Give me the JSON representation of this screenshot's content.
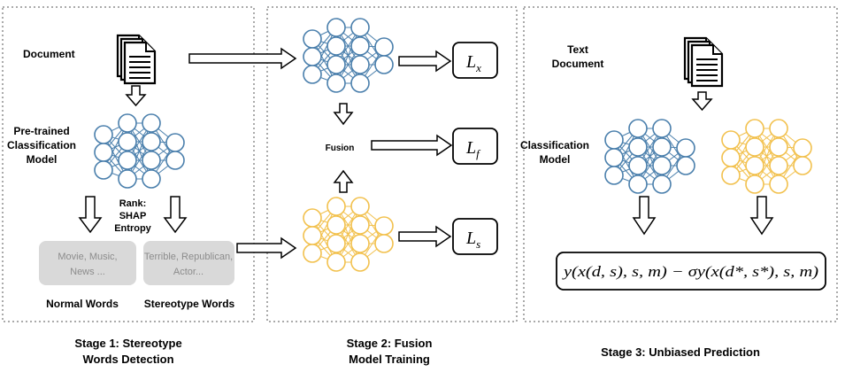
{
  "stage1": {
    "document_label": "Document",
    "model_label_lines": [
      "Pre-trained",
      "Classification",
      "Model"
    ],
    "rank_lines": [
      "Rank:",
      "SHAP",
      "Entropy"
    ],
    "normal_box_lines": [
      "Movie, Music,",
      "News ..."
    ],
    "stereo_box_lines": [
      "Terrible, Republican,",
      "Actor..."
    ],
    "normal_caption": "Normal Words",
    "stereo_caption": "Stereotype Words",
    "title_lines": [
      "Stage 1: Stereotype",
      "Words Detection"
    ]
  },
  "stage2": {
    "loss_x": {
      "base": "L",
      "sub": "x"
    },
    "loss_f": {
      "base": "L",
      "sub": "f"
    },
    "loss_s": {
      "base": "L",
      "sub": "s"
    },
    "fusion_label": "Fusion",
    "title_lines": [
      "Stage 2: Fusion",
      "Model Training"
    ]
  },
  "stage3": {
    "text_doc_lines": [
      "Text",
      "Document"
    ],
    "model_label_lines": [
      "Classification",
      "Model"
    ],
    "formula": "y(x(d, s), s, m) − σy(x(d*, s*), s, m)",
    "title": "Stage 3: Unbiased Prediction"
  },
  "colors": {
    "blue_network": "#4a7fac",
    "yellow_network": "#f2c14e",
    "dashed_border": "#555555",
    "word_box_fill": "#d9d9d9",
    "word_box_text": "#8c8c8c"
  }
}
